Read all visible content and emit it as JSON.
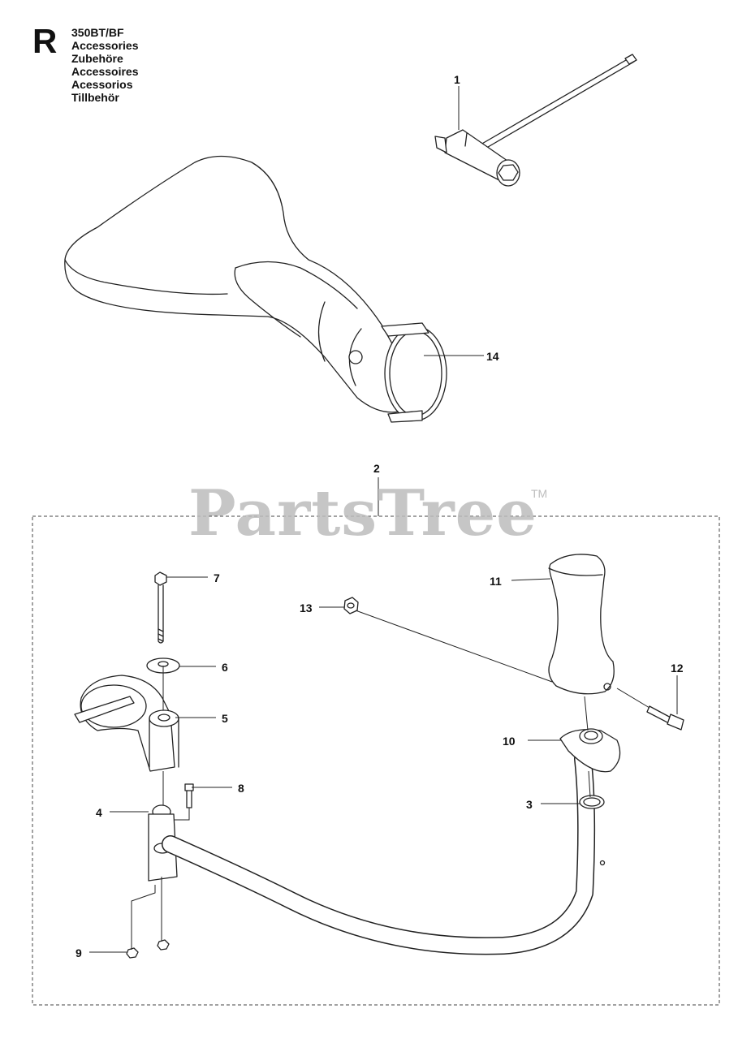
{
  "header": {
    "section_letter": "R",
    "model": "350BT/BF",
    "titles": [
      "Accessories",
      "Zubehöre",
      "Accessoires",
      "Acessorios",
      "Tillbehör"
    ]
  },
  "watermark": {
    "text": "PartsTree",
    "tm": "TM"
  },
  "callouts": {
    "c1": "1",
    "c2": "2",
    "c3": "3",
    "c4": "4",
    "c5": "5",
    "c6": "6",
    "c7": "7",
    "c8": "8",
    "c9": "9",
    "c10": "10",
    "c11": "11",
    "c12": "12",
    "c13": "13",
    "c14": "14"
  }
}
